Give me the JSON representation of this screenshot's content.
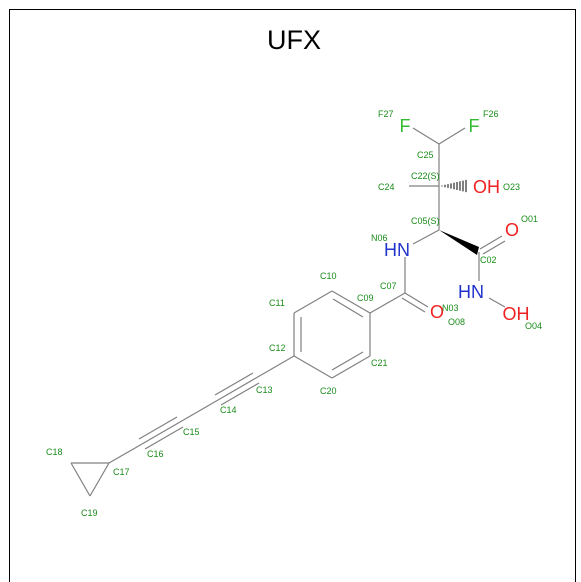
{
  "molecule": {
    "title": "UFX",
    "colors": {
      "bond": "#808080",
      "carbon_label": "#1a8c1a",
      "fluorine": "#33bb33",
      "oxygen": "#ee2222",
      "nitrogen": "#2233cc",
      "border": "#000000"
    },
    "element_labels": [
      {
        "id": "f27",
        "text": "F",
        "color": "fluorine"
      },
      {
        "id": "f26",
        "text": "F",
        "color": "fluorine"
      },
      {
        "id": "oh23",
        "text": "OH",
        "color": "oxygen"
      },
      {
        "id": "o01",
        "text": "O",
        "color": "oxygen"
      },
      {
        "id": "hn06",
        "text": "HN",
        "color": "nitrogen"
      },
      {
        "id": "o08",
        "text": "O",
        "color": "oxygen"
      },
      {
        "id": "hn03",
        "text": "HN",
        "color": "nitrogen"
      },
      {
        "id": "oh04",
        "text": "OH",
        "color": "oxygen"
      }
    ],
    "atom_labels": [
      {
        "id": "F27",
        "text": "F27"
      },
      {
        "id": "F26",
        "text": "F26"
      },
      {
        "id": "C25",
        "text": "C25"
      },
      {
        "id": "C22",
        "text": "C22(S)"
      },
      {
        "id": "C24",
        "text": "C24"
      },
      {
        "id": "O23",
        "text": "O23"
      },
      {
        "id": "C05",
        "text": "C05(S)"
      },
      {
        "id": "O01",
        "text": "O01"
      },
      {
        "id": "N06",
        "text": "N06"
      },
      {
        "id": "C02",
        "text": "C02"
      },
      {
        "id": "C10",
        "text": "C10"
      },
      {
        "id": "C07",
        "text": "C07"
      },
      {
        "id": "C09",
        "text": "C09"
      },
      {
        "id": "N03",
        "text": "N03"
      },
      {
        "id": "O08",
        "text": "O08"
      },
      {
        "id": "O04",
        "text": "O04"
      },
      {
        "id": "C11",
        "text": "C11"
      },
      {
        "id": "C12",
        "text": "C12"
      },
      {
        "id": "C21",
        "text": "C21"
      },
      {
        "id": "C13",
        "text": "C13"
      },
      {
        "id": "C20",
        "text": "C20"
      },
      {
        "id": "C14",
        "text": "C14"
      },
      {
        "id": "C15",
        "text": "C15"
      },
      {
        "id": "C16",
        "text": "C16"
      },
      {
        "id": "C18",
        "text": "C18"
      },
      {
        "id": "C17",
        "text": "C17"
      },
      {
        "id": "C19",
        "text": "C19"
      }
    ]
  }
}
